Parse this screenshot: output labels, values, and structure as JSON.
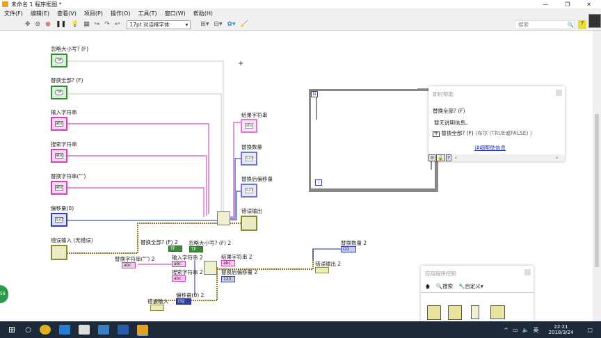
{
  "window": {
    "title": "未命名 1 程序框图 *"
  },
  "menu": [
    "文件(F)",
    "编辑(E)",
    "查看(V)",
    "项目(P)",
    "操作(O)",
    "工具(T)",
    "窗口(W)",
    "帮助(H)"
  ],
  "toolbar": {
    "font": "17pt 对话框字体",
    "search_placeholder": "搜索"
  },
  "diagram": {
    "controls": [
      "忽略大小写? (F)",
      "替换全部? (F)",
      "输入字符串",
      "搜索字符串",
      "替换字符串(\"\")",
      "偏移量(0)",
      "错误输入 (无错误)"
    ],
    "indicators": [
      "结果字符串",
      "替换数量",
      "替换后偏移量",
      "错误输出"
    ],
    "copy_labels": [
      "替换全部? (F) 2",
      "忽略大小写? (F) 2",
      "输入字符串 2",
      "替换字符串(\"\") 2",
      "搜索字符串 2",
      "结果字符串 2",
      "替换后偏移量 2",
      "偏移量(0) 2",
      "错误输入",
      "替换数量 2",
      "错误输出 2"
    ],
    "terminal_text": {
      "bool": "TF",
      "str": "abc",
      "num": "123",
      "i32": "I32"
    },
    "loop": {
      "n": "N",
      "i": "i"
    }
  },
  "context_help": {
    "title": "即时帮助",
    "heading": "替换全部? (F)",
    "desc": "暂无说明信息。",
    "type_line": "替换全部? (F)",
    "type_desc": "(布尔 (TRUE或FALSE) )",
    "link": "详细帮助信息"
  },
  "palette": {
    "title": "应用程序控制",
    "search": "搜索",
    "customize": "自定义▾"
  },
  "taskbar": {
    "time": "22:21",
    "date": "2018/3/24",
    "ime": "英",
    "badge": "58"
  },
  "colors": {
    "bool": "#3a8a3a",
    "string": "#d040c0",
    "numeric": "#3040b0",
    "error": "#8a8a30"
  }
}
